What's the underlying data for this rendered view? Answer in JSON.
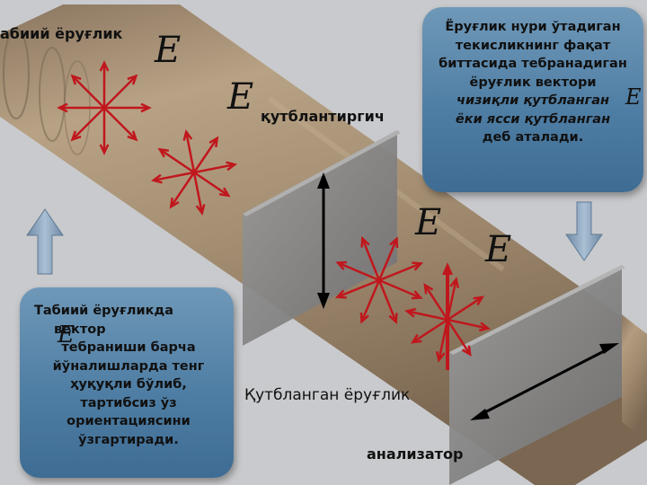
{
  "labels": {
    "natural_light": "абиий ёруғлик",
    "polarizer": "қутблантиргич",
    "polarized_light": "Қутбланган ёруғлик",
    "analyzer": "анализатор",
    "e_symbol": "E"
  },
  "box_right": {
    "lines": [
      "Ёруғлик нури ўтадиган",
      "текисликнинг фақат",
      "биттасида тебранадиган",
      "ёруғлик вектори",
      "чизиқли қутбланган",
      "ёки ясси қутбланган",
      "деб аталади."
    ]
  },
  "box_left": {
    "line1": "Табиий ёруғликда",
    "line2": "вектор",
    "lines": [
      "тебраниши барча",
      "йўналишларда тенг",
      "ҳуқуқли бўлиб,",
      "тартибсиз ўз",
      "ориентациясини",
      "ўзгартиради."
    ]
  },
  "colors": {
    "background": "#c9cacd",
    "beam": "#a08a6f",
    "vector": "#c0171d",
    "box": "#4f7ea4",
    "arrow": "#7d9ab4"
  },
  "icons": [
    "up-arrow-icon",
    "down-arrow-icon"
  ]
}
